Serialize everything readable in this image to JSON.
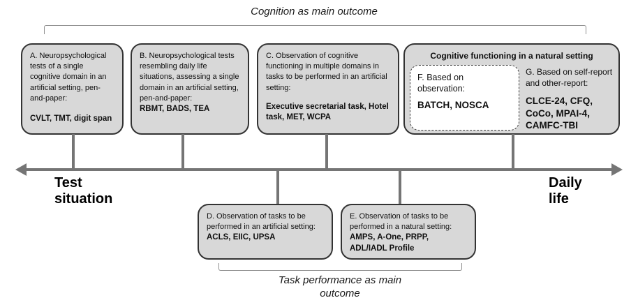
{
  "diagram": {
    "top_bracket_label": "Cognition as main outcome",
    "bottom_bracket_label": {
      "line1": "Task performance as main",
      "line2": "outcome"
    },
    "axis": {
      "left_label": "Test situation",
      "right_label": "Daily life"
    },
    "colors": {
      "box_fill": "#d8d8d8",
      "box_border": "#333333",
      "axis_gray": "#757575",
      "bracket_gray": "#8f8f8f",
      "f_box_fill": "#ffffff"
    },
    "boxes": {
      "a": {
        "description": "A. Neuropsychological tests of a single cognitive domain in an artificial setting, pen-and-paper:",
        "instruments": "CVLT, TMT, digit span"
      },
      "b": {
        "description": "B. Neuropsychological tests resembling daily life situations, assessing a single domain in an artificial setting, pen-and-paper:",
        "instruments": "RBMT, BADS, TEA"
      },
      "c": {
        "description": "C. Observation of cognitive functioning in multiple domains in tasks to be performed in an artificial setting:",
        "instruments": "Executive secretarial task, Hotel task, MET, WCPA"
      },
      "natural_setting": {
        "title": "Cognitive functioning in a natural setting",
        "f": {
          "description": "F. Based on observation:",
          "instruments": "BATCH, NOSCA"
        },
        "g": {
          "description": "G. Based on self-report and other-report:",
          "instruments": "CLCE-24, CFQ, CoCo, MPAI-4, CAMFC-TBI"
        }
      },
      "d": {
        "description": "D. Observation of tasks to be performed in an artificial setting:",
        "instruments": "ACLS, EIIC, UPSA"
      },
      "e": {
        "description": "E. Observation of tasks to be performed in a natural setting:",
        "instruments": "AMPS, A-One, PRPP, ADL/IADL Profile"
      }
    }
  }
}
